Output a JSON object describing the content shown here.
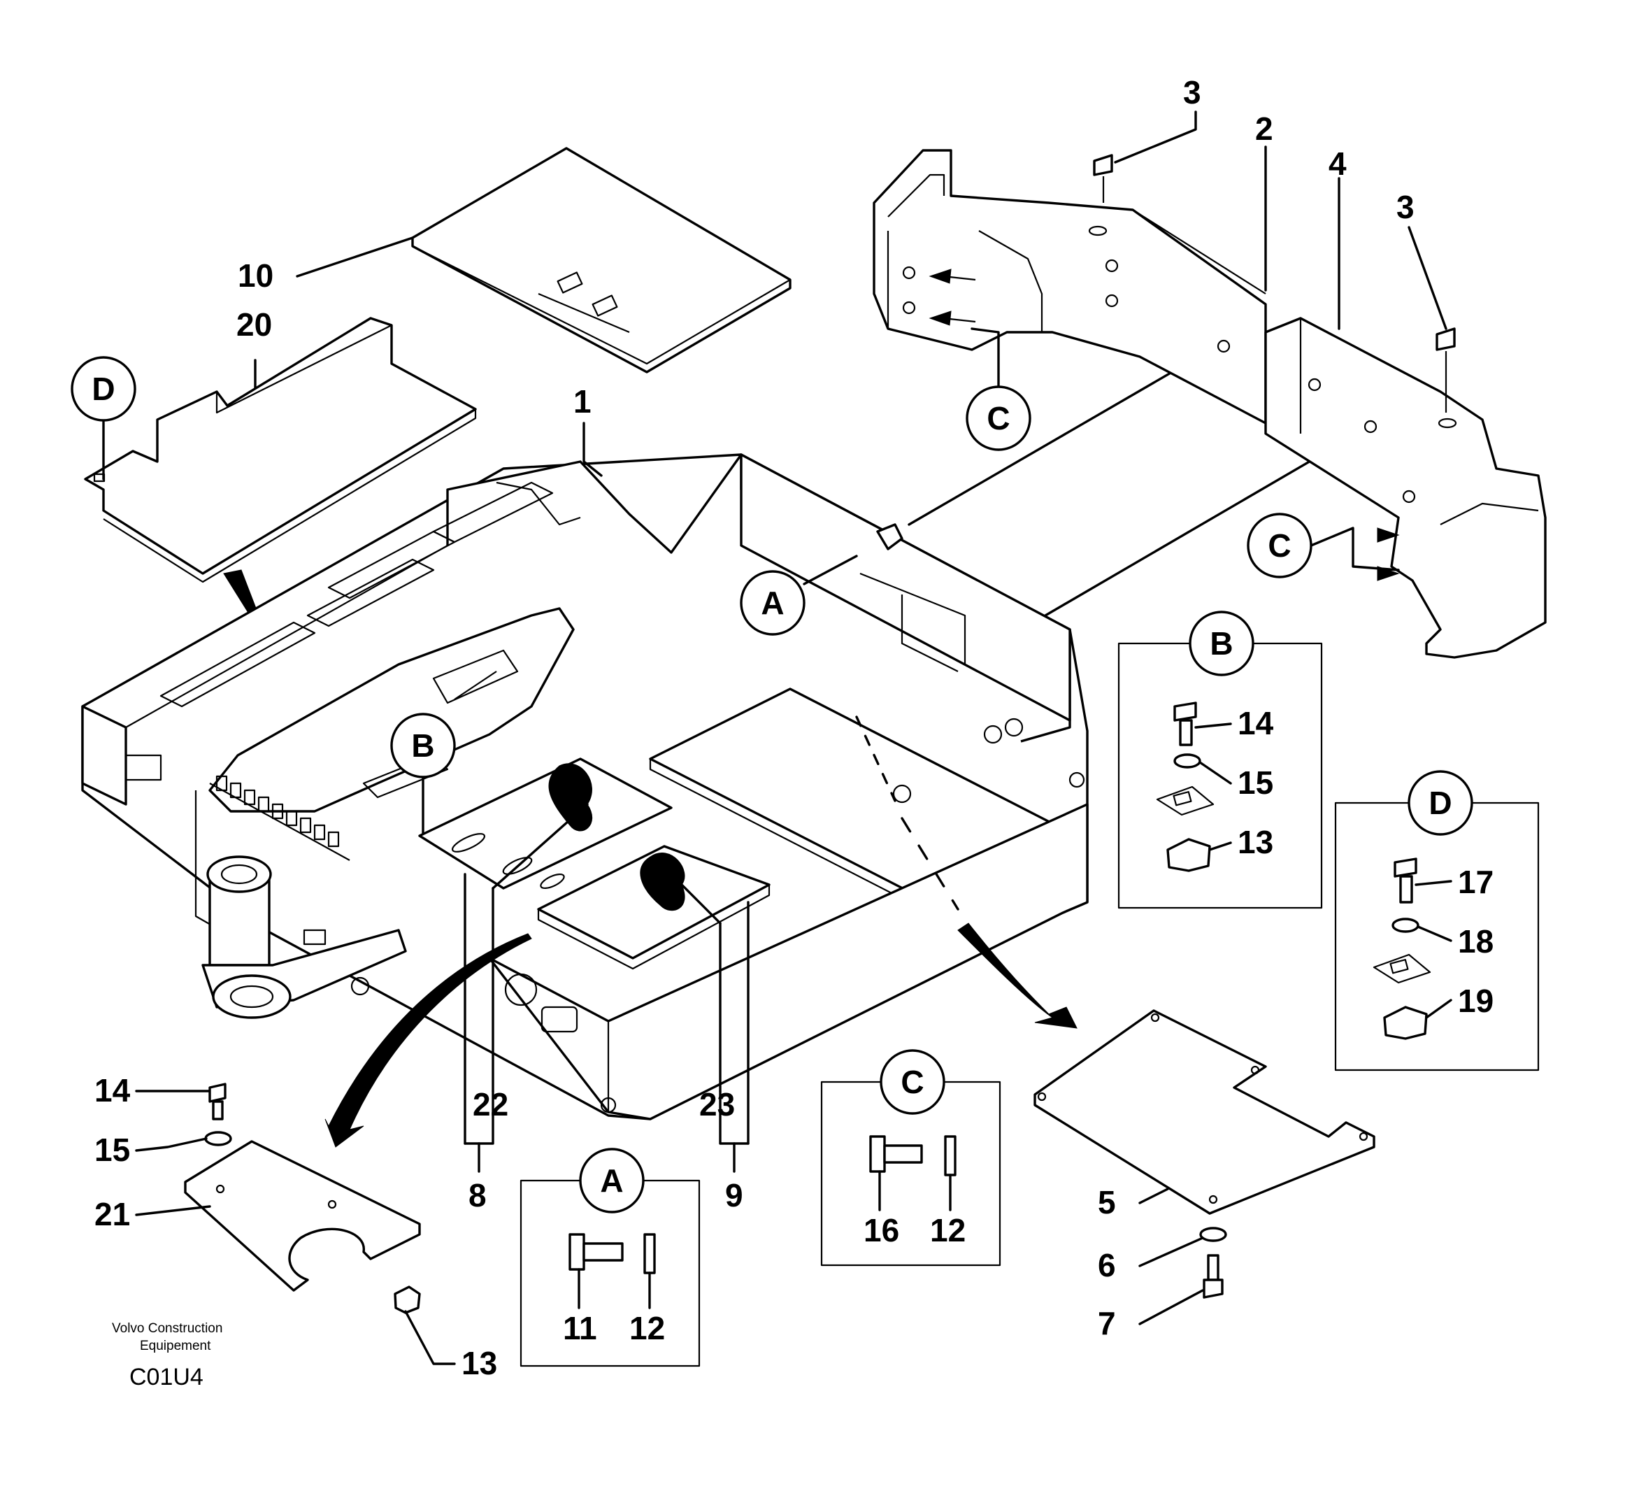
{
  "title_code": "C01U4",
  "maker": {
    "line1": "Volvo Construction",
    "line2": "Equipement"
  },
  "detail_letters": {
    "a": "A",
    "b": "B",
    "c": "C",
    "d": "D"
  },
  "callouts": {
    "p1": "1",
    "p2": "2",
    "p3": "3",
    "p4": "4",
    "p5": "5",
    "p6": "6",
    "p7": "7",
    "p8": "8",
    "p9": "9",
    "p10": "10",
    "p11": "11",
    "p12": "12",
    "p13": "13",
    "p14": "14",
    "p15": "15",
    "p16": "16",
    "p17": "17",
    "p18": "18",
    "p19": "19",
    "p20": "20",
    "p21": "21",
    "p22": "22",
    "p23": "23"
  }
}
